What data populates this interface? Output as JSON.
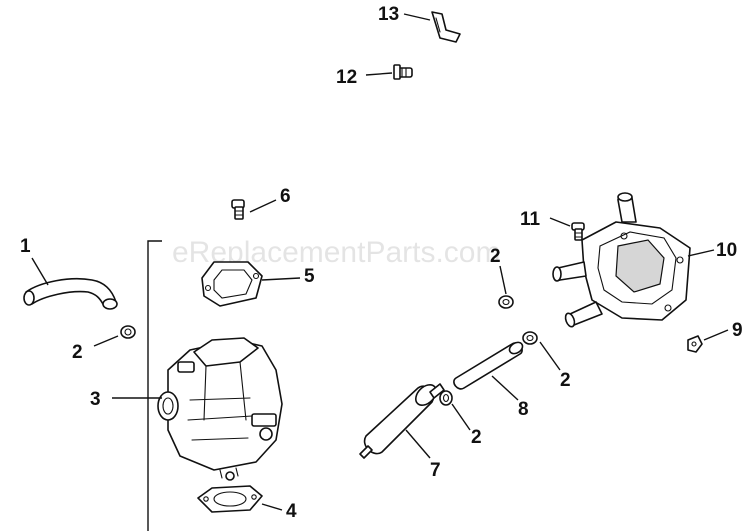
{
  "watermark": "eReplacementParts.com",
  "callouts": [
    {
      "id": "1",
      "text": "1"
    },
    {
      "id": "2a",
      "text": "2"
    },
    {
      "id": "3",
      "text": "3"
    },
    {
      "id": "4",
      "text": "4"
    },
    {
      "id": "5",
      "text": "5"
    },
    {
      "id": "6",
      "text": "6"
    },
    {
      "id": "7",
      "text": "7"
    },
    {
      "id": "8",
      "text": "8"
    },
    {
      "id": "2b",
      "text": "2"
    },
    {
      "id": "2c",
      "text": "2"
    },
    {
      "id": "2d",
      "text": "2"
    },
    {
      "id": "9",
      "text": "9"
    },
    {
      "id": "10",
      "text": "10"
    },
    {
      "id": "11",
      "text": "11"
    },
    {
      "id": "12",
      "text": "12"
    },
    {
      "id": "13",
      "text": "13"
    }
  ]
}
